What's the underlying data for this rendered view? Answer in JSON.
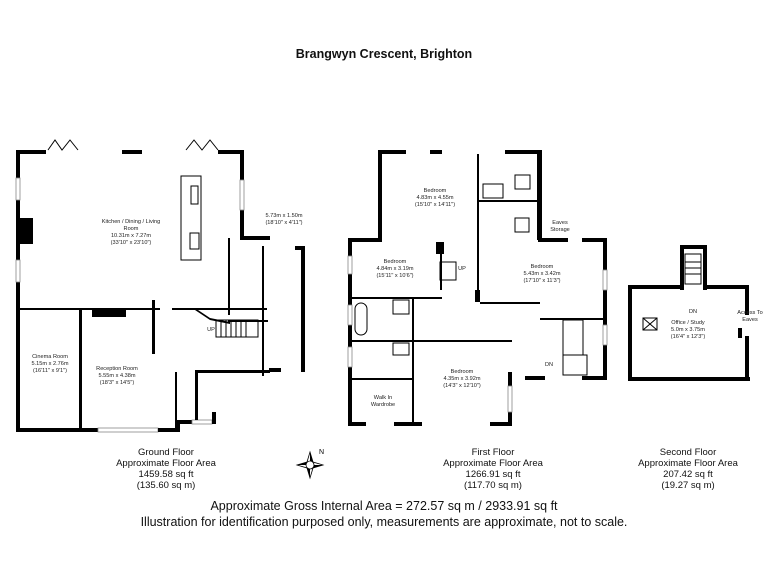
{
  "title": "Brangwyn Crescent, Brighton",
  "ground_floor": {
    "rooms": [
      {
        "name": "Kitchen / Dining / Living",
        "name2": "Room",
        "metric": "10.31m x 7.27m",
        "imperial": "(33'10\" x 23'10\")"
      },
      {
        "name": "Cinema Room",
        "metric": "5.15m x 2.76m",
        "imperial": "(16'11\" x 9'1\")"
      },
      {
        "name": "Reception Room",
        "metric": "5.55m x 4.38m",
        "imperial": "(18'3\" x 14'5\")"
      },
      {
        "name": "",
        "metric": "5.73m x 1.50m",
        "imperial": "(18'10\" x 4'11\")"
      }
    ],
    "stair_label": "UP",
    "caption": [
      "Ground Floor",
      "Approximate Floor Area",
      "1459.58 sq ft",
      "(135.60 sq m)"
    ]
  },
  "first_floor": {
    "rooms": [
      {
        "name": "Bedroom",
        "metric": "4.83m x 4.55m",
        "imperial": "(15'10\" x 14'11\")"
      },
      {
        "name": "Bedroom",
        "metric": "4.84m x 3.19m",
        "imperial": "(15'11\" x 10'6\")"
      },
      {
        "name": "Bedroom",
        "metric": "5.43m x 3.42m",
        "imperial": "(17'10\" x 11'3\")"
      },
      {
        "name": "Bedroom",
        "metric": "4.35m x 3.92m",
        "imperial": "(14'3\" x 12'10\")"
      }
    ],
    "eaves": [
      "Eaves",
      "Storage"
    ],
    "wardrobe": [
      "Walk In",
      "Wardrobe"
    ],
    "stair_up": "UP",
    "stair_dn": "DN",
    "caption": [
      "First Floor",
      "Approximate Floor Area",
      "1266.91 sq ft",
      "(117.70 sq m)"
    ]
  },
  "second_floor": {
    "room": {
      "name": "Office / Study",
      "metric": "5.0m x 3.75m",
      "imperial": "(16'4\" x 12'3\")"
    },
    "access": [
      "Access To",
      "Eaves"
    ],
    "stair_dn": "DN",
    "caption": [
      "Second Floor",
      "Approximate Floor Area",
      "207.42 sq ft",
      "(19.27 sq m)"
    ]
  },
  "compass_label": "N",
  "gross_area": "Approximate Gross Internal Area = 272.57 sq m / 2933.91 sq ft",
  "disclaimer": "Illustration for identification purposed only, measurements are approximate, not to scale."
}
